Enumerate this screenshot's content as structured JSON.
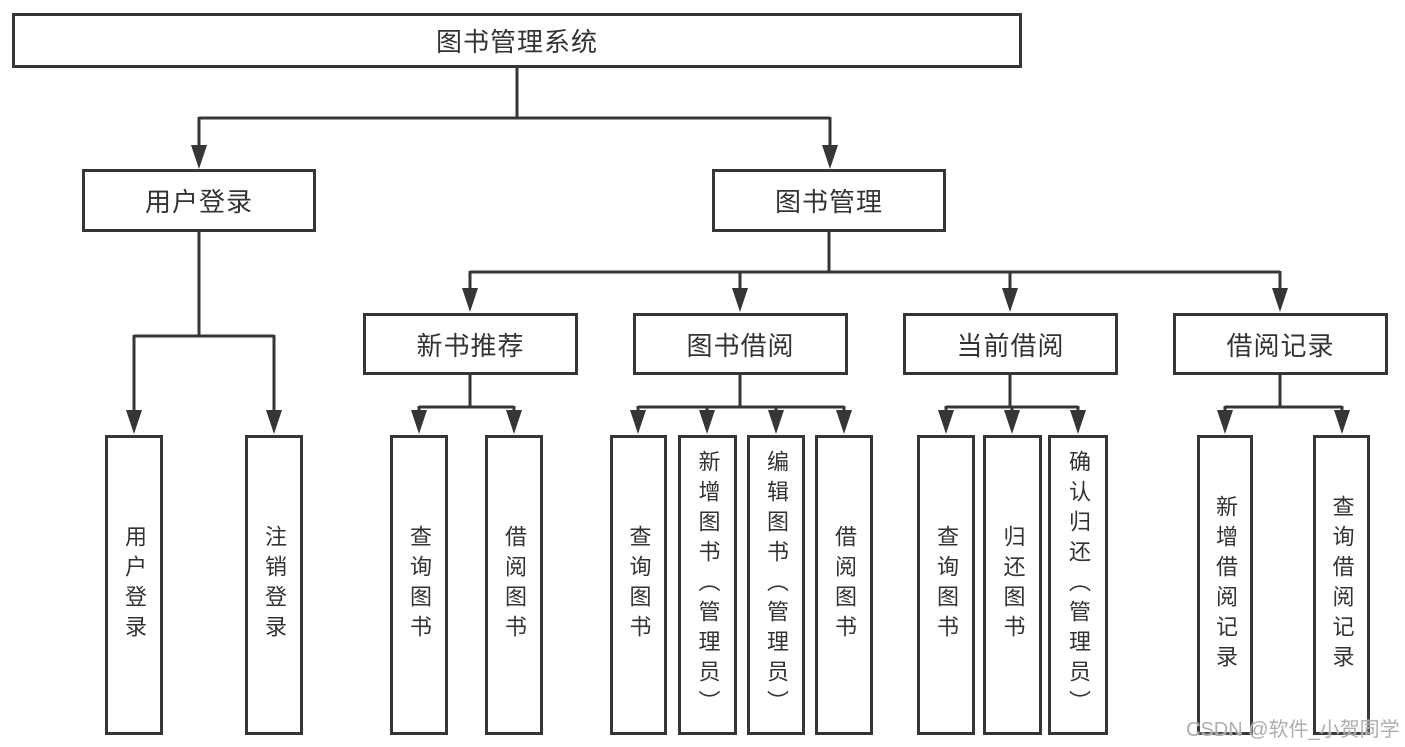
{
  "diagram": {
    "root": {
      "label": "图书管理系统"
    },
    "level2": {
      "user_login": {
        "label": "用户登录"
      },
      "book_mgmt": {
        "label": "图书管理"
      }
    },
    "level3": {
      "new_books": {
        "label": "新书推荐"
      },
      "borrowing": {
        "label": "图书借阅"
      },
      "current": {
        "label": "当前借阅"
      },
      "records": {
        "label": "借阅记录"
      }
    },
    "leaves": {
      "user_login": [
        "用户登录",
        "注销登录"
      ],
      "new_books": [
        "查询图书",
        "借阅图书"
      ],
      "borrowing": [
        "查询图书",
        "新增图书（管理员）",
        "编辑图书（管理员）",
        "借阅图书"
      ],
      "current": [
        "查询图书",
        "归还图书",
        "确认归还（管理员）"
      ],
      "records": [
        "新增借阅记录",
        "查询借阅记录"
      ]
    }
  },
  "watermark": {
    "text": "CSDN @软件_小贺同学"
  },
  "colors": {
    "line": "#363636",
    "box_border": "#363636",
    "box_fill": "#ffffff",
    "text": "#333333",
    "watermark_text": "#aeaeae"
  }
}
